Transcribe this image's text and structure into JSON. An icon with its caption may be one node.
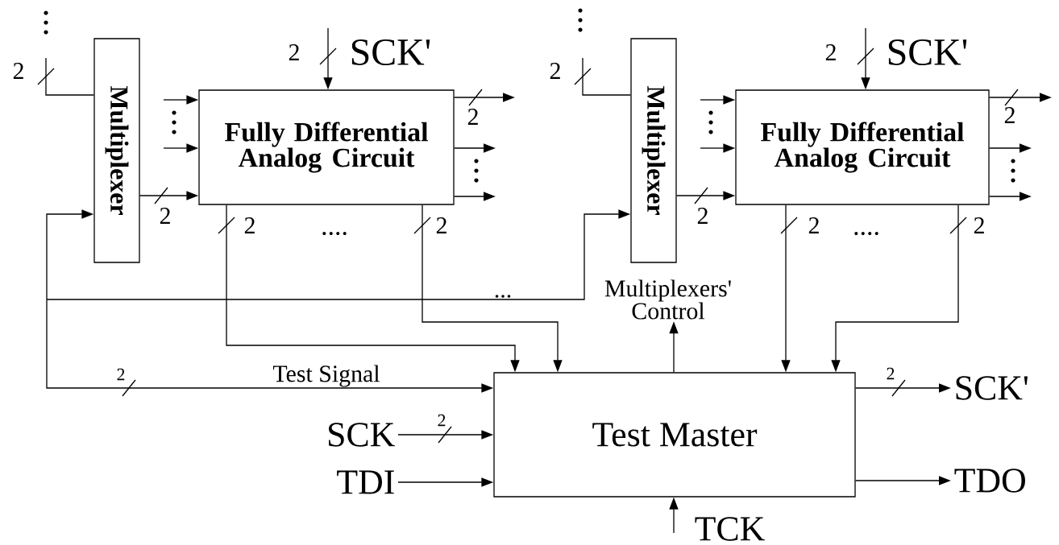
{
  "diagram": {
    "nodes": [
      {
        "text": [
          "Multiplexer"
        ]
      },
      {
        "text": [
          "Fully Differential Analog Circuit"
        ]
      },
      {
        "text": [
          "Multiplexer"
        ]
      },
      {
        "text": [
          "Fully Differential Analog Circuit"
        ]
      },
      {
        "text": [
          "Test Master"
        ]
      },
      {
        "text": [
          "SCK"
        ]
      },
      {
        "text": [
          "TDI"
        ]
      },
      {
        "text": [
          "SCK'"
        ]
      },
      {
        "text": [
          "TDO"
        ]
      },
      {
        "text": [
          "Multiplexers' Control"
        ]
      }
    ],
    "edges": [
      {
        "from": null,
        "to": 0,
        "arrow": "none"
      },
      {
        "from": null,
        "to": 1,
        "arrow": "to"
      },
      {
        "from": null,
        "to": 1,
        "arrow": "to"
      },
      {
        "from": 0,
        "to": 1,
        "arrow": "to"
      },
      {
        "from": 1,
        "to": null,
        "arrow": "to"
      },
      {
        "from": 1,
        "to": null,
        "arrow": "to"
      },
      {
        "from": 1,
        "to": null,
        "arrow": "to"
      },
      {
        "from": null,
        "to": 1,
        "arrow": "to",
        "label": "SCK'"
      },
      {
        "from": 1,
        "to": 4,
        "arrow": "to"
      },
      {
        "from": 1,
        "to": 4,
        "arrow": "to"
      },
      {
        "from": null,
        "to": 2,
        "arrow": "none"
      },
      {
        "from": null,
        "to": 3,
        "arrow": "to"
      },
      {
        "from": null,
        "to": 3,
        "arrow": "to"
      },
      {
        "from": 2,
        "to": 3,
        "arrow": "to"
      },
      {
        "from": 3,
        "to": null,
        "arrow": "to"
      },
      {
        "from": 3,
        "to": null,
        "arrow": "to"
      },
      {
        "from": 3,
        "to": null,
        "arrow": "to"
      },
      {
        "from": null,
        "to": 3,
        "arrow": "to",
        "label": "SCK'"
      },
      {
        "from": 3,
        "to": 4,
        "arrow": "to"
      },
      {
        "from": 3,
        "to": 4,
        "arrow": "to"
      },
      {
        "from": 4,
        "to": 0,
        "arrow": "both",
        "label": "Test Signal"
      },
      {
        "from": 4,
        "to": 2,
        "arrow": "both"
      },
      {
        "from": 4,
        "to": 9,
        "arrow": "to"
      },
      {
        "from": 4,
        "to": 7,
        "arrow": "to"
      },
      {
        "from": 4,
        "to": 8,
        "arrow": "to"
      },
      {
        "from": 5,
        "to": 4,
        "arrow": "to"
      },
      {
        "from": 6,
        "to": 4,
        "arrow": "to"
      },
      {
        "from": null,
        "to": 4,
        "arrow": "to",
        "label": "TCK"
      }
    ],
    "labels": [
      "2",
      "2",
      "2",
      "2",
      "2",
      "2",
      "2",
      "2",
      "2",
      "....",
      "2",
      "2",
      "....",
      "2",
      "...",
      "2",
      "2",
      "2"
    ]
  }
}
